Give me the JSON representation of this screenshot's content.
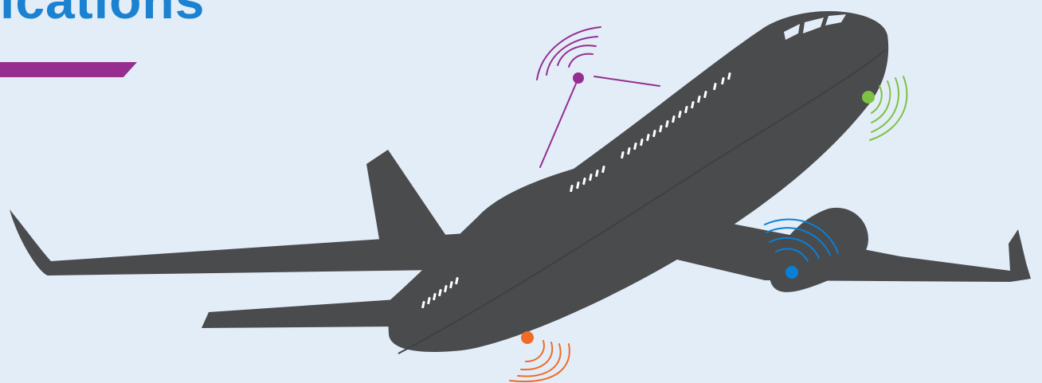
{
  "header": {
    "title_fragment": "ications"
  },
  "colors": {
    "background": "#e2edf8",
    "title": "#1a82d0",
    "accent_bar": "#952e8f",
    "aircraft": "#4a4b4d",
    "windows": "#ffffff",
    "satellite_signal": "#952e8f",
    "nose_signal": "#7dc242",
    "engine_signal": "#0a7fd6",
    "belly_signal": "#f06c26"
  },
  "illustration": {
    "subject": "aircraft",
    "signals": [
      {
        "name": "satellite-link",
        "icon": "wifi-signal-icon",
        "color_key": "satellite_signal"
      },
      {
        "name": "nose-sensor",
        "icon": "wifi-signal-icon",
        "color_key": "nose_signal"
      },
      {
        "name": "engine-sensor",
        "icon": "wifi-signal-icon",
        "color_key": "engine_signal"
      },
      {
        "name": "belly-sensor",
        "icon": "wifi-signal-icon",
        "color_key": "belly_signal"
      }
    ]
  }
}
